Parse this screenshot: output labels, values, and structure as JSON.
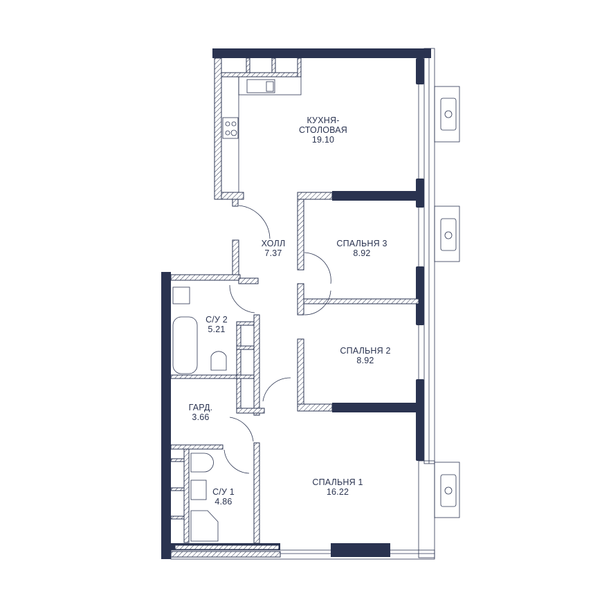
{
  "plan": {
    "colors": {
      "wall": "#2a3350",
      "background": "#ffffff"
    },
    "rooms": [
      {
        "id": "kitchen",
        "name": "КУХНЯ-\nСТОЛОВАЯ",
        "name_line1": "КУХНЯ-",
        "name_line2": "СТОЛОВАЯ",
        "area": "19.10"
      },
      {
        "id": "hall",
        "name": "ХОЛЛ",
        "area": "7.37"
      },
      {
        "id": "bedroom3",
        "name": "СПАЛЬНЯ 3",
        "area": "8.92"
      },
      {
        "id": "bedroom2",
        "name": "СПАЛЬНЯ 2",
        "area": "8.92"
      },
      {
        "id": "bathroom2",
        "name": "С/У 2",
        "area": "5.21"
      },
      {
        "id": "wardrobe",
        "name": "ГАРД.",
        "area": "3.66"
      },
      {
        "id": "bathroom1",
        "name": "С/У 1",
        "area": "4.86"
      },
      {
        "id": "bedroom1",
        "name": "СПАЛЬНЯ 1",
        "area": "16.22"
      }
    ]
  }
}
